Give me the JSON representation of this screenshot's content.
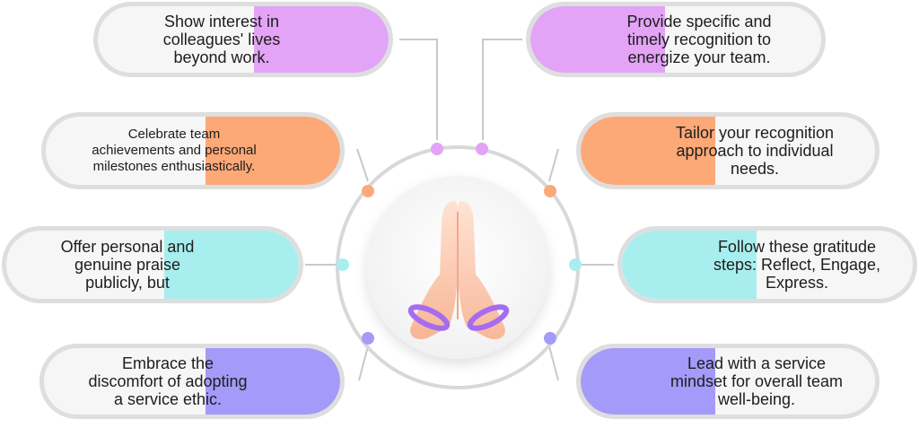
{
  "colors": {
    "violet": "#e3a3f6",
    "orange": "#fca877",
    "cyan": "#a8eeee",
    "purple": "#a49af9",
    "ring": "#d8d8d8",
    "border": "#dedede"
  },
  "center": {
    "icon": "praying-hands-icon"
  },
  "items": [
    {
      "id": "interest",
      "lines": [
        "Show interest in",
        "colleagues' lives",
        "beyond work."
      ]
    },
    {
      "id": "celebrate",
      "lines": [
        "Celebrate team",
        "achievements and personal",
        "milestones enthusiastically."
      ]
    },
    {
      "id": "praise",
      "lines": [
        "Offer personal and",
        "genuine praise",
        "publicly, but"
      ]
    },
    {
      "id": "embrace",
      "lines": [
        "Embrace the",
        "discomfort of adopting",
        "a service ethic."
      ]
    },
    {
      "id": "recognition",
      "lines": [
        "Provide specific and",
        "timely recognition to",
        "energize your team."
      ]
    },
    {
      "id": "tailor",
      "lines": [
        "Tailor your recognition",
        "approach to individual",
        "needs."
      ]
    },
    {
      "id": "gratitude",
      "lines": [
        "Follow these gratitude",
        "steps: Reflect, Engage,",
        "Express."
      ]
    },
    {
      "id": "service",
      "lines": [
        "Lead with a service",
        "mindset for overall team",
        "well-being."
      ]
    }
  ]
}
